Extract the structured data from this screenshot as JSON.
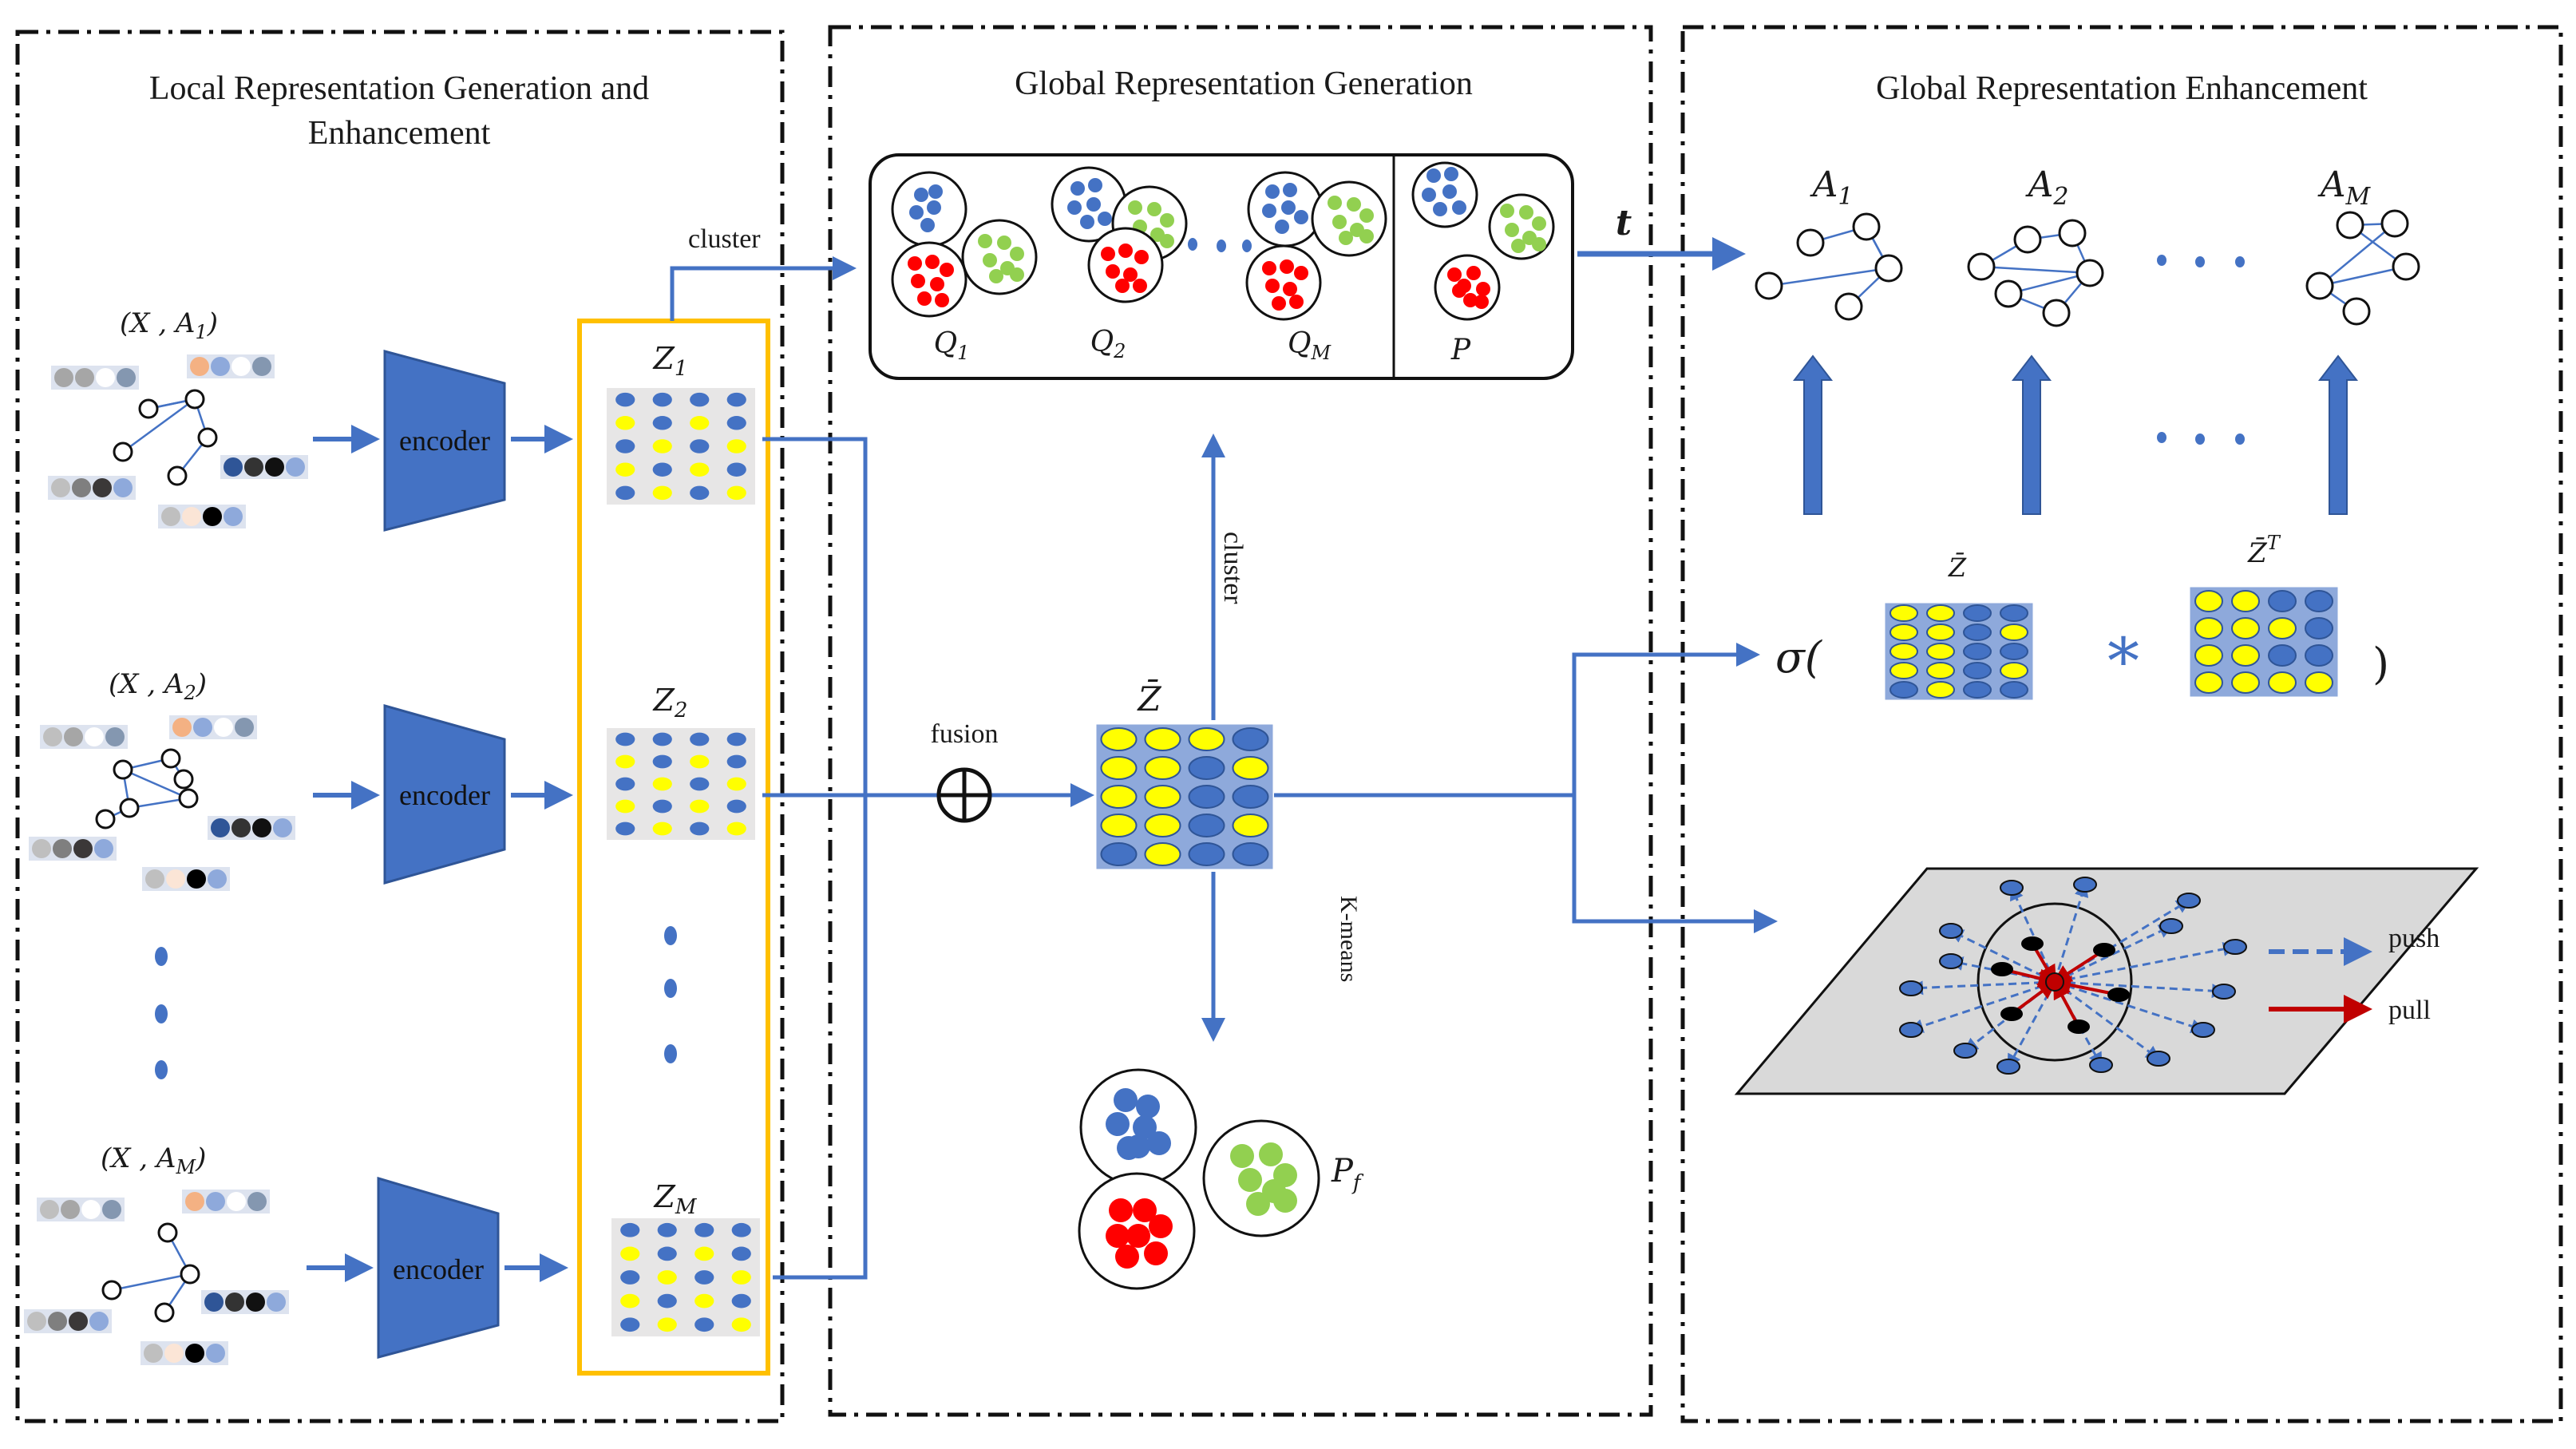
{
  "panels": {
    "local": {
      "title_line1": "Local Representation Generation and",
      "title_line2": "Enhancement"
    },
    "global": {
      "title": "Global Representation Generation"
    },
    "enhance": {
      "title": "Global Representation Enhancement"
    }
  },
  "inputs": [
    {
      "x": "X",
      "sep": " , ",
      "a": "A",
      "sub": "1"
    },
    {
      "x": "X",
      "sep": " , ",
      "a": "A",
      "sub": "2"
    },
    {
      "x": "X",
      "sep": " , ",
      "a": "A",
      "sub": "M"
    }
  ],
  "encoder_label": "encoder",
  "z_labels": [
    {
      "base": "Z",
      "sub": "1"
    },
    {
      "base": "Z",
      "sub": "2"
    },
    {
      "base": "Z",
      "sub": "M"
    }
  ],
  "labels": {
    "cluster_top": "cluster",
    "cluster_vertical": "cluster",
    "fusion": "fusion",
    "fusion_symbol": "⊕",
    "kmeans": "K-means",
    "zbar": "Z̄",
    "zbar_small": "Z̄",
    "zbarT_base": "Z̄",
    "zbarT_sup": "T",
    "sigma_open": "σ(",
    "times": "*",
    "close_paren": ")",
    "t_label": "t",
    "push": "push",
    "pull": "pull",
    "pf_base": "P",
    "pf_sub": "f",
    "p_label": "P"
  },
  "q_labels": [
    {
      "base": "Q",
      "sub": "1"
    },
    {
      "base": "Q",
      "sub": "2"
    },
    {
      "base": "Q",
      "sub": "M"
    }
  ],
  "a_labels": [
    {
      "base": "A",
      "sub": "1"
    },
    {
      "base": "A",
      "sub": "2"
    },
    {
      "base": "A",
      "sub": "M"
    }
  ],
  "colors": {
    "blue": "#4472c4",
    "yellow": "#ffff00",
    "green": "#92d050",
    "red": "#ff0000",
    "orange_frame": "#ffc000",
    "dark_red": "#c00000",
    "gray": "#d9d9d9"
  }
}
